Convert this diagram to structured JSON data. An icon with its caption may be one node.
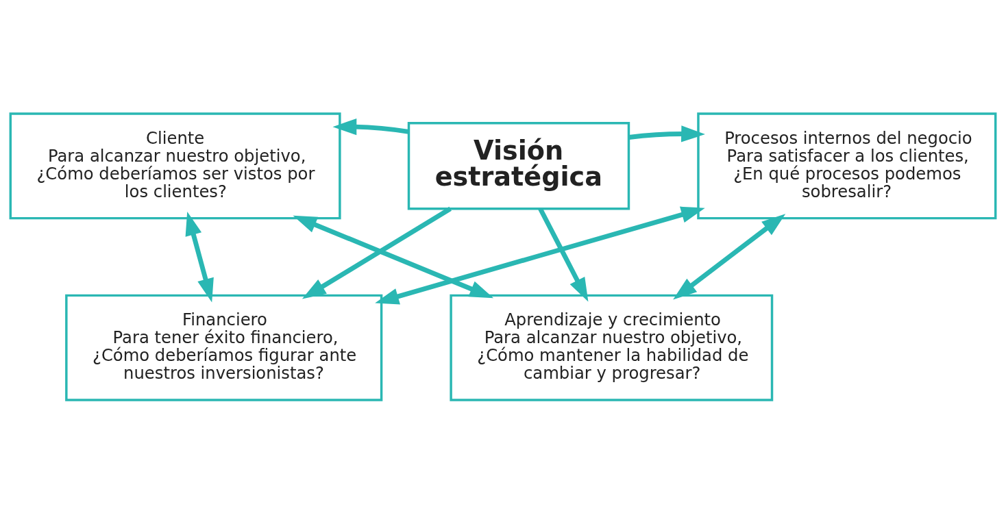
{
  "diagram": {
    "nodes": [
      {
        "text": [
          "Financiero",
          "Para tener éxito financiero, ¿Cómo deberíamos figurar ante nuestros inversionistas?"
        ]
      },
      {
        "text": [
          "Cliente",
          "Para alcanzar nuestro objetivo, ¿Cómo deberíamos ser vistos por los clientes?"
        ]
      },
      {
        "text": [
          "Visión estratégica"
        ]
      },
      {
        "text": [
          "Procesos internos del negocio",
          "Para satisfacer a los clientes, ¿En qué procesos podemos sobresalir?"
        ]
      },
      {
        "text": [
          "Aprendizaje y crecimiento",
          "Para alcanzar nuestro objetivo, ¿Cómo mantener la habilidad de cambiar y progresar?"
        ]
      }
    ],
    "edges": [
      {
        "from": 2,
        "to": 0,
        "arrow": "to"
      },
      {
        "from": 2,
        "to": 1,
        "arrow": "to"
      },
      {
        "from": 2,
        "to": 3,
        "arrow": "to"
      },
      {
        "from": 2,
        "to": 4,
        "arrow": "to"
      },
      {
        "from": 1,
        "to": 0,
        "arrow": "both"
      },
      {
        "from": 0,
        "to": 3,
        "arrow": "both"
      },
      {
        "from": 1,
        "to": 4,
        "arrow": "both"
      },
      {
        "from": 3,
        "to": 4,
        "arrow": "both"
      }
    ]
  }
}
